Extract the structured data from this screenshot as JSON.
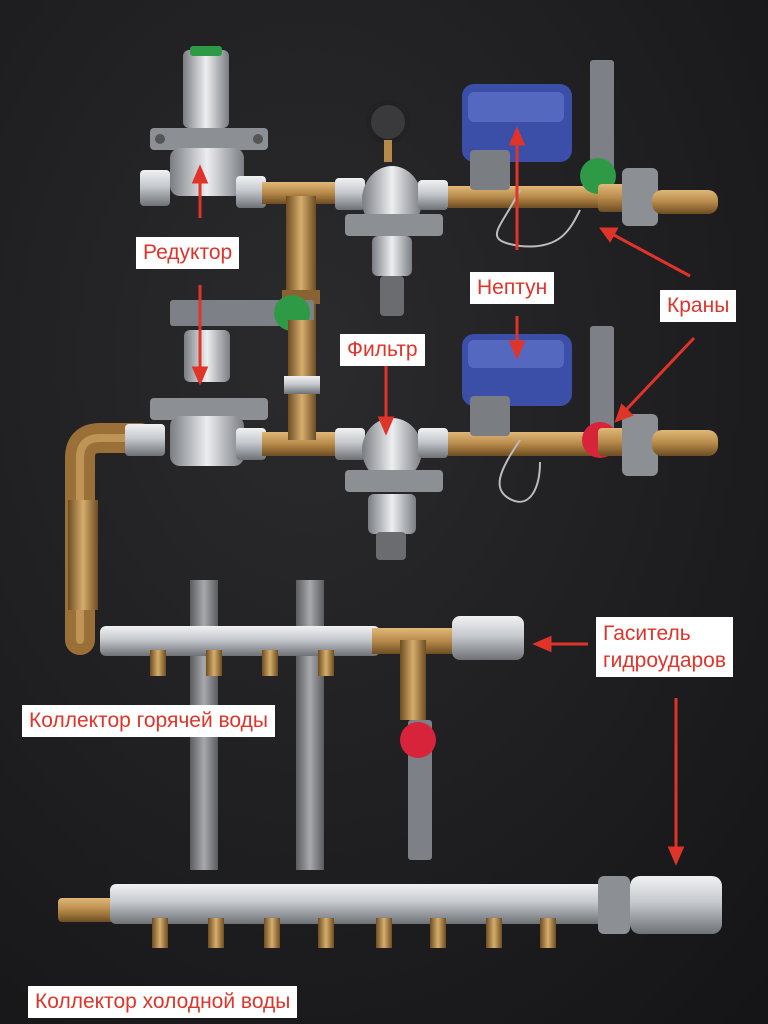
{
  "labels": {
    "reducer": "Редуктор",
    "neptun": "Нептун",
    "valves": "Краны",
    "filter": "Фильтр",
    "hammer_line1": "Гаситель",
    "hammer_line2": "гидроударов",
    "hot_collector": "Коллектор горячей воды",
    "cold_collector": "Коллектор холодной воды"
  },
  "colors": {
    "background": "#1b1b1d",
    "label_text": "#e0342a",
    "arrow": "#e0342a",
    "brass": "#b78a4a",
    "chrome": "#c9ccd0",
    "neptun_blue": "#3b4fa8",
    "valve_green": "#2f9a46",
    "valve_red": "#d8243a"
  }
}
